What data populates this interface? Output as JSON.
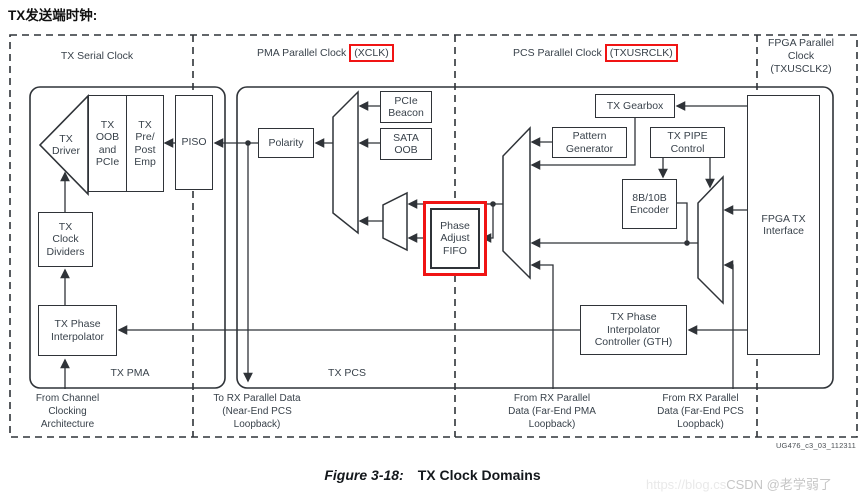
{
  "page_title": "TX发送端时钟:",
  "headers": {
    "tx_serial": "TX Serial Clock",
    "pma_prefix": "PMA Parallel Clock",
    "pma_clock": "(XCLK)",
    "pcs_prefix": "PCS Parallel Clock",
    "pcs_clock": "(TXUSRCLK)",
    "fpga": "FPGA Parallel\nClock\n(TXUSCLK2)"
  },
  "blocks": {
    "tx_driver": "TX\nDriver",
    "tx_oob": "TX\nOOB\nand\nPCIe",
    "tx_pre_post": "TX\nPre/\nPost\nEmp",
    "piso": "PISO",
    "tx_clock_dividers": "TX\nClock\nDividers",
    "tx_phase_interpolator": "TX Phase\nInterpolator",
    "polarity": "Polarity",
    "pcie_beacon": "PCIe\nBeacon",
    "sata_oob": "SATA\nOOB",
    "phase_adjust_fifo": "Phase\nAdjust\nFIFO",
    "pattern_generator": "Pattern\nGenerator",
    "tx_pipe_control": "TX PIPE\nControl",
    "encoder_8b10b": "8B/10B\nEncoder",
    "tx_gearbox": "TX Gearbox",
    "tx_pi_controller": "TX Phase\nInterpolator\nController (GTH)",
    "fpga_tx_interface": "FPGA TX\nInterface"
  },
  "region_labels": {
    "tx_pma": "TX PMA",
    "tx_pcs": "TX PCS"
  },
  "edge_labels": {
    "from_channel": "From Channel\nClocking\nArchitecture",
    "to_rx_near_end": "To RX Parallel Data\n(Near-End PCS\nLoopback)",
    "from_rx_far_end_pma": "From RX Parallel\nData (Far-End PMA\nLoopback)",
    "from_rx_far_end_pcs": "From RX Parallel\nData (Far-End PCS\nLoopback)"
  },
  "doc_ref": "UG476_c3_03_112311",
  "caption": {
    "figure_label": "Figure 3-18:",
    "figure_title": "TX Clock Domains"
  },
  "watermark": {
    "url_fragment": "https://blog.cs",
    "credit": "CSDN @老学弱了"
  },
  "colors": {
    "highlight_red": "#f01414",
    "line": "#2f3338",
    "text": "#39424b"
  }
}
